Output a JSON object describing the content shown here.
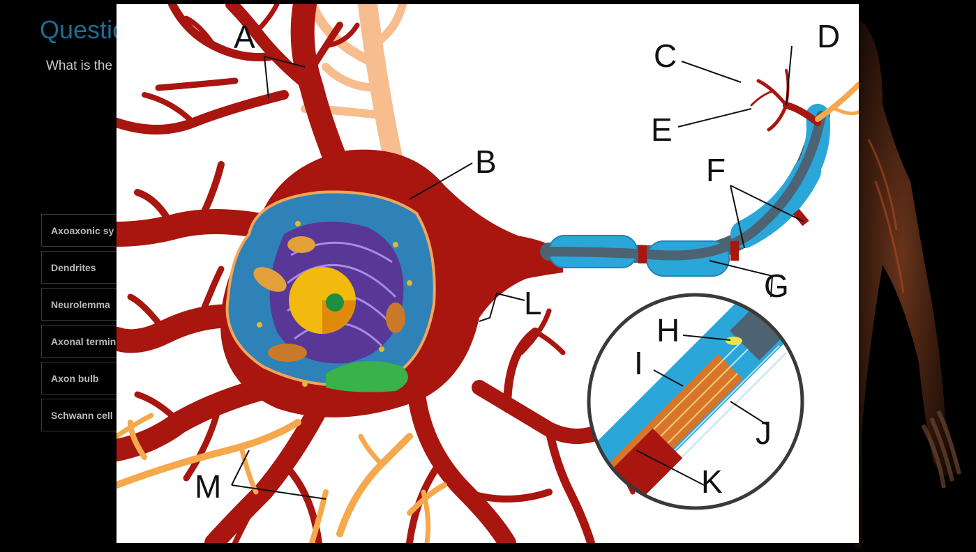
{
  "question": {
    "title": "Questic",
    "prompt": "What is the"
  },
  "options": [
    {
      "label": "Axoaxonic sy"
    },
    {
      "label": "Dendrites"
    },
    {
      "label": "Neurolemma"
    },
    {
      "label": "Axonal termin"
    },
    {
      "label": "Axon bulb"
    },
    {
      "label": "Schwann cell"
    }
  ],
  "diagram": {
    "labels": {
      "A": "A",
      "B": "B",
      "C": "C",
      "D": "D",
      "E": "E",
      "F": "F",
      "G": "G",
      "H": "H",
      "I": "I",
      "J": "J",
      "K": "K",
      "L": "L",
      "M": "M"
    }
  },
  "colors": {
    "neuron": "#a8160f",
    "myelin": "#2aa6d9",
    "axon_core": "#4d6272",
    "nucleus": "#f2b90e",
    "cytoplasm": "#2f82b8",
    "er": "#5d2f93",
    "peach": "#f7bd8e",
    "orange": "#f5a84c",
    "title": "#1e6b93"
  }
}
